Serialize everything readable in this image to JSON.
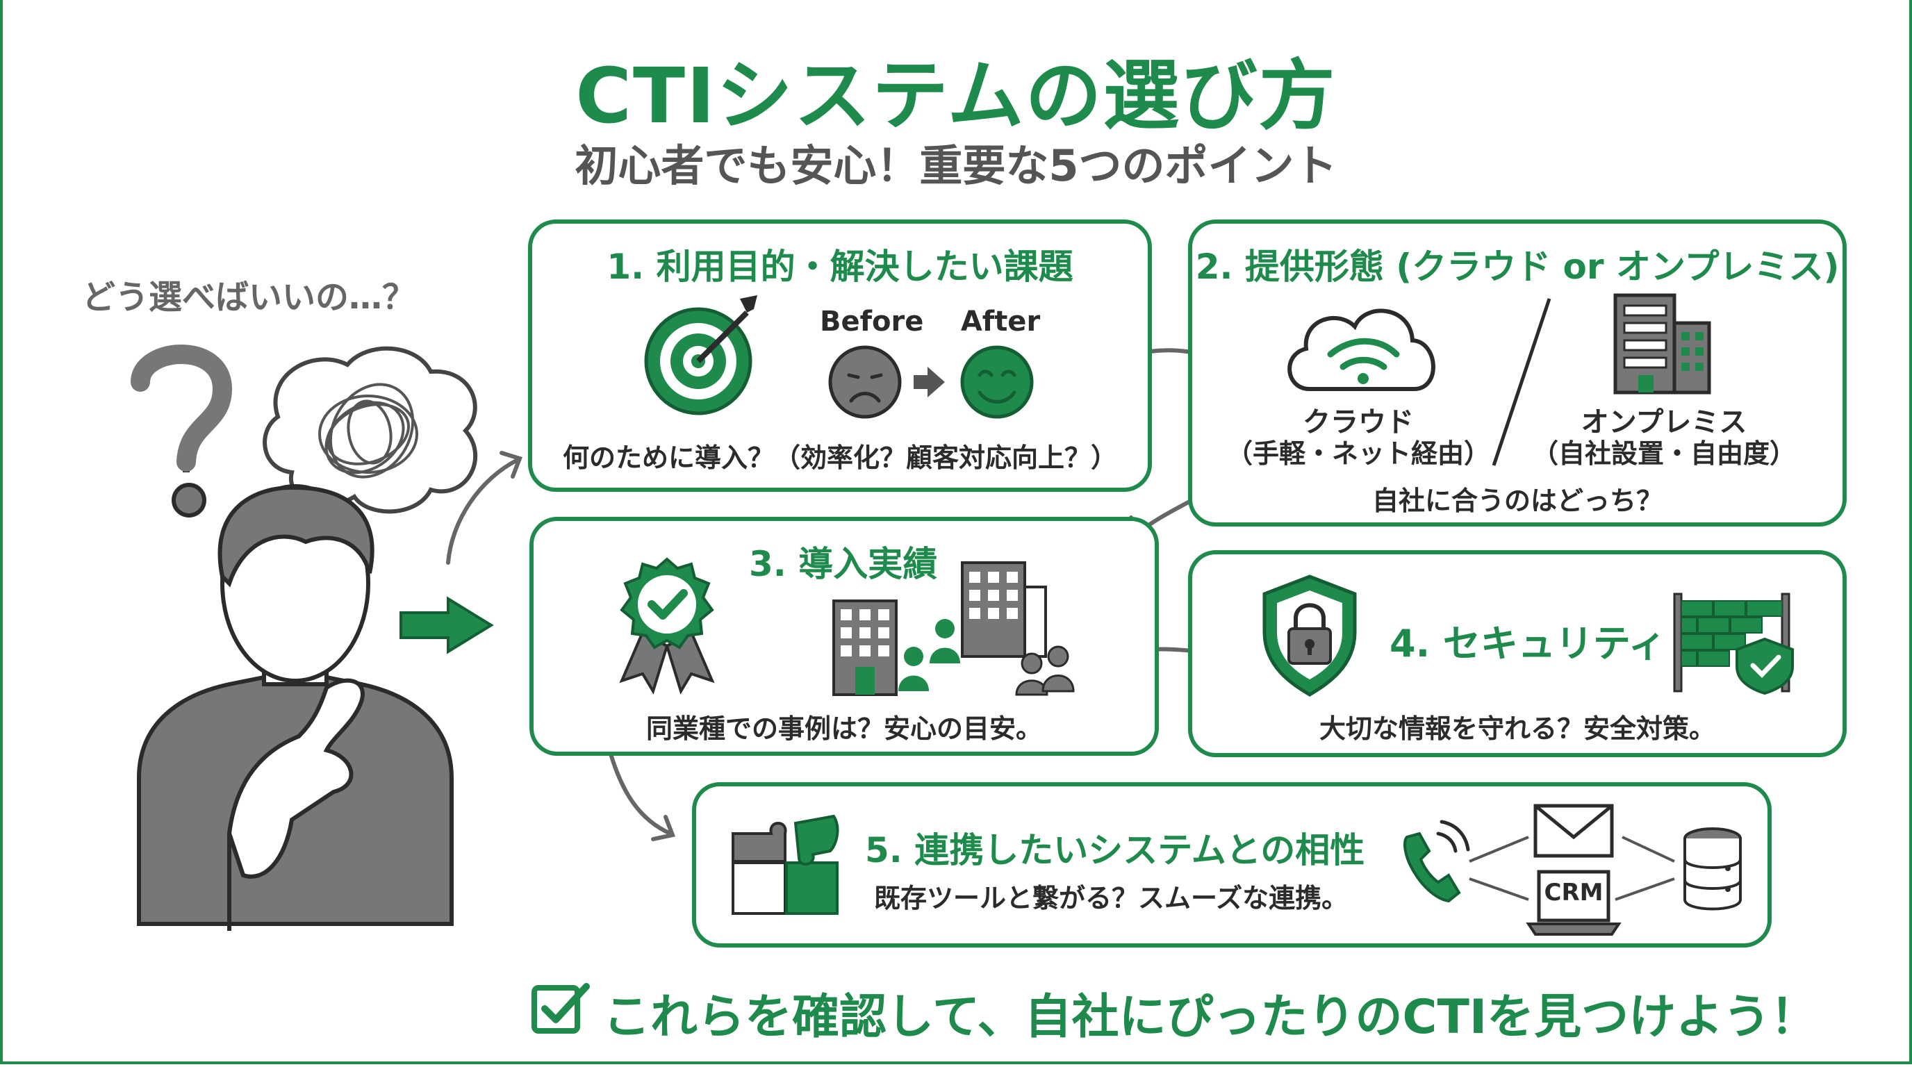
{
  "title": "CTIシステムの選び方",
  "subtitle": "初心者でも安心！重要な5つのポイント",
  "question": "どう選べばいいの…？",
  "colors": {
    "accent": "#1e8a4c",
    "gray": "#6b6b6b",
    "dark": "#2b2b2b"
  },
  "points": [
    {
      "title": "1. 利用目的・解決したい課題",
      "before_label": "Before",
      "after_label": "After",
      "caption": "何のために導入？（効率化？顧客対応向上？）",
      "icons": [
        "target-icon",
        "sad-face-icon",
        "arrow-icon",
        "happy-face-icon"
      ]
    },
    {
      "title": "2. 提供形態 (クラウド or オンプレミス)",
      "option_a": "クラウド",
      "option_a_note": "（手軽・ネット経由）",
      "option_b": "オンプレミス",
      "option_b_note": "（自社設置・自由度）",
      "caption": "自社に合うのはどっち？",
      "icons": [
        "cloud-wifi-icon",
        "server-building-icon"
      ]
    },
    {
      "title": "3. 導入実績",
      "caption": "同業種での事例は？安心の目安。",
      "icons": [
        "award-badge-icon",
        "office-buildings-icon",
        "people-icon"
      ]
    },
    {
      "title": "4. セキュリティ",
      "caption": "大切な情報を守れる？安全対策。",
      "icons": [
        "lock-shield-icon",
        "firewall-icon"
      ]
    },
    {
      "title": "5. 連携したいシステムとの相性",
      "caption": "既存ツールと繋がる？スムーズな連携。",
      "crm_label": "CRM",
      "icons": [
        "puzzle-icon",
        "phone-icon",
        "mail-icon",
        "laptop-icon",
        "database-icon"
      ]
    }
  ],
  "footer": "これらを確認して、自社にぴったりのCTIを見つけよう！"
}
